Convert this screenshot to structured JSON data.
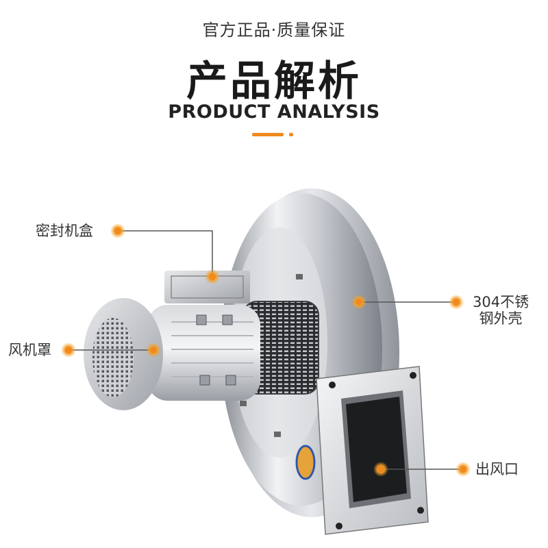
{
  "header": {
    "tagline": "官方正品·质量保证",
    "title": "产品解析",
    "subtitle": "PRODUCT ANALYSIS"
  },
  "callouts": {
    "sealed_box": "密封机盒",
    "fan_cover": "风机罩",
    "shell_line1": "304不锈",
    "shell_line2": "钢外壳",
    "outlet": "出风口"
  },
  "colors": {
    "accent": "#f08a1e",
    "text": "#333333"
  }
}
